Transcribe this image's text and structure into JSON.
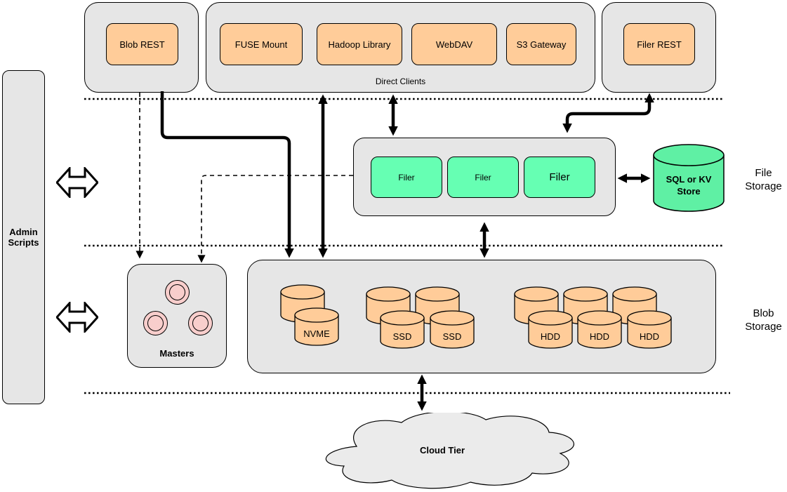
{
  "colors": {
    "container_gray": "#E6E6E6",
    "node_orange": "#FFCC99",
    "node_green": "#66FFB3",
    "cylinder_green": "#5FF0A4",
    "master_pink": "#F8CECC",
    "cloud_gray": "#EBEBEB",
    "ink": "#000000"
  },
  "admin_panel": {
    "line1": "Admin",
    "line2": "Scripts"
  },
  "top_row": {
    "blob_rest_label": "Blob REST",
    "direct_clients_label": "Direct Clients",
    "clients": [
      "FUSE Mount",
      "Hadoop Library",
      "WebDAV",
      "S3 Gateway"
    ],
    "filer_rest_label": "Filer REST"
  },
  "file_storage": {
    "filers": [
      "Filer",
      "Filer",
      "Filer"
    ],
    "store_label_line1": "SQL or KV",
    "store_label_line2": "Store",
    "section_label_line1": "File",
    "section_label_line2": "Storage"
  },
  "blob_storage": {
    "masters_label": "Masters",
    "drives": [
      "NVME",
      "SSD",
      "SSD",
      "HDD",
      "HDD",
      "HDD"
    ],
    "section_label_line1": "Blob",
    "section_label_line2": "Storage"
  },
  "cloud_tier": {
    "label": "Cloud Tier"
  }
}
